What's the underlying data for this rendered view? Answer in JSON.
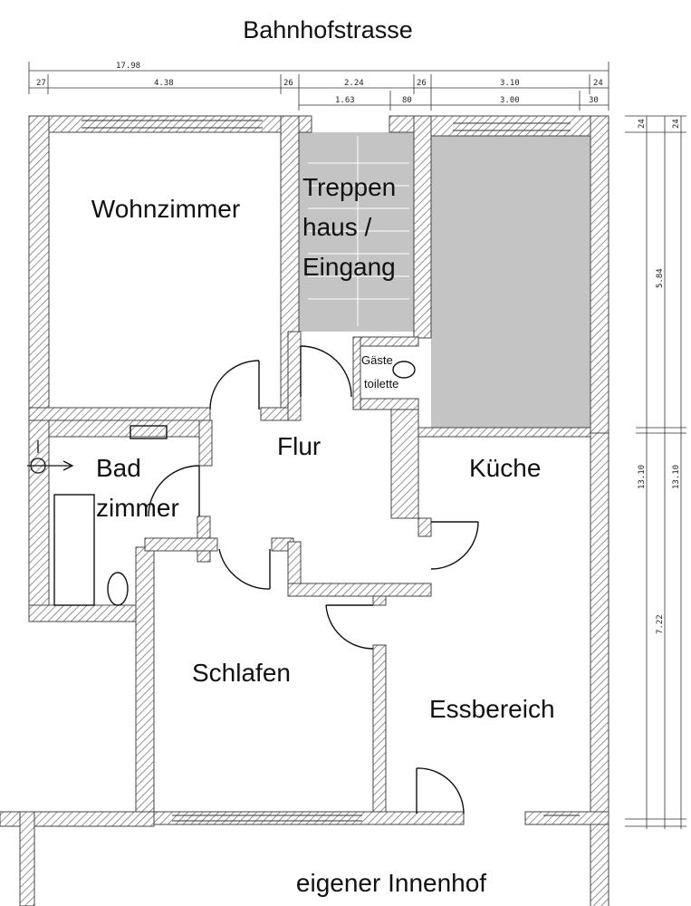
{
  "street_label": "Bahnhofstrasse",
  "courtyard_label": "eigener Innenhof",
  "rooms": {
    "wohnzimmer": "Wohnzimmer",
    "treppenhaus_line1": "Treppen",
    "treppenhaus_line2": "haus /",
    "treppenhaus_line3": "Eingang",
    "gaestetoilette_line1": "Gäste",
    "gaestetoilette_line2": "toilette",
    "flur": "Flur",
    "bad_line1": "Bad",
    "bad_line2": "zimmer",
    "kueche": "Küche",
    "schlafen": "Schlafen",
    "essbereich": "Essbereich"
  },
  "dimensions_top_row1": {
    "total": "17.98"
  },
  "dimensions_top_row2": {
    "d1": "27",
    "d2": "4.38",
    "d3": "26",
    "d4": "2.24",
    "d5": "26",
    "d6": "3.10",
    "d7": "24"
  },
  "dimensions_top_row3": {
    "d1": "1.63",
    "d2": "80",
    "d3": "3.00",
    "d4": "30"
  },
  "dimensions_right": {
    "a1": "24",
    "a2": "5.84",
    "a3": "13.10",
    "a4": "7.22",
    "b1": "24",
    "b2": "13.10"
  },
  "colors": {
    "wall": "#555555",
    "shaded_area": "#c4c4c4",
    "line": "#111111"
  }
}
